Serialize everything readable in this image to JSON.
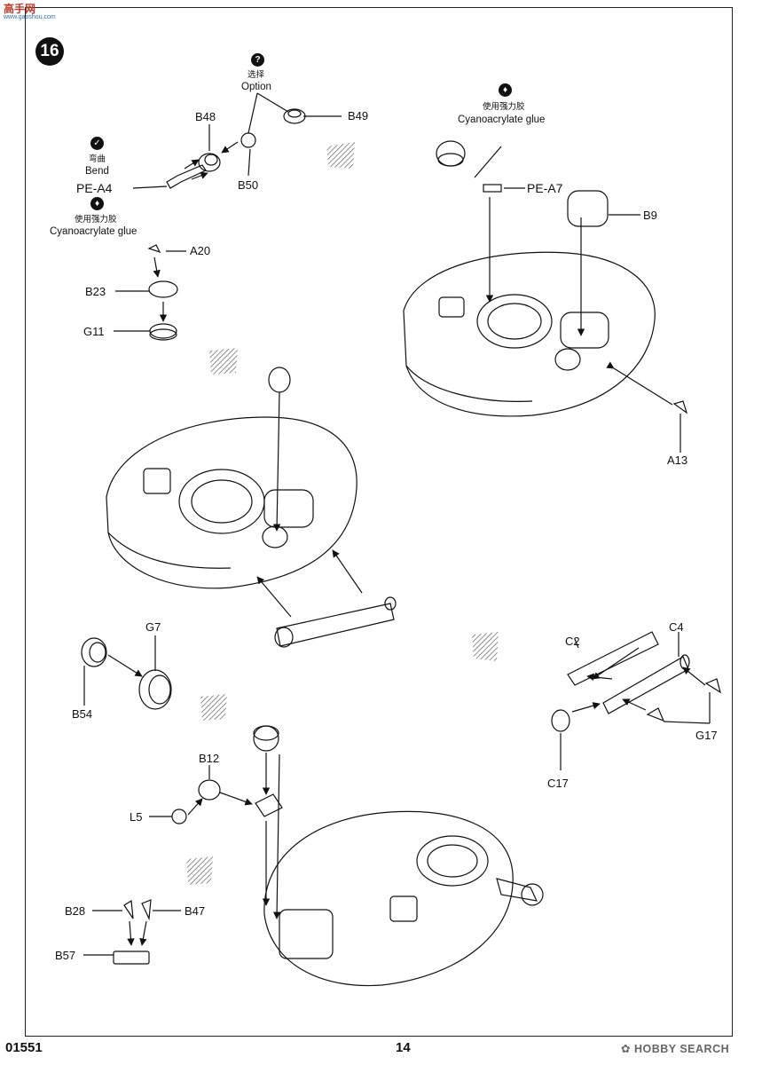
{
  "page": {
    "code": "01551",
    "page_number": "14",
    "step": "16",
    "watermark_bottom": "HOBBY SEARCH",
    "watermark_top": "高手网",
    "watermark_top_url": "www.gaoshou.com"
  },
  "notes": {
    "option_cn": "选择",
    "option_en": "Option",
    "bend_cn": "弯曲",
    "bend_en": "Bend",
    "glue1_cn": "使用强力胶",
    "glue1_en": "Cyanoacrylate glue",
    "glue2_cn": "使用强力胶",
    "glue2_en": "Cyanoacrylate glue"
  },
  "parts": {
    "b48": "B48",
    "b49": "B49",
    "b50": "B50",
    "pea4": "PE-A4",
    "a20": "A20",
    "b23": "B23",
    "g11": "G11",
    "pea7": "PE-A7",
    "b9": "B9",
    "a13": "A13",
    "g7": "G7",
    "b54": "B54",
    "c2": "C2",
    "c4": "C4",
    "g17": "G17",
    "c17": "C17",
    "b12": "B12",
    "l5": "L5",
    "b28": "B28",
    "b47": "B47",
    "b57": "B57"
  }
}
